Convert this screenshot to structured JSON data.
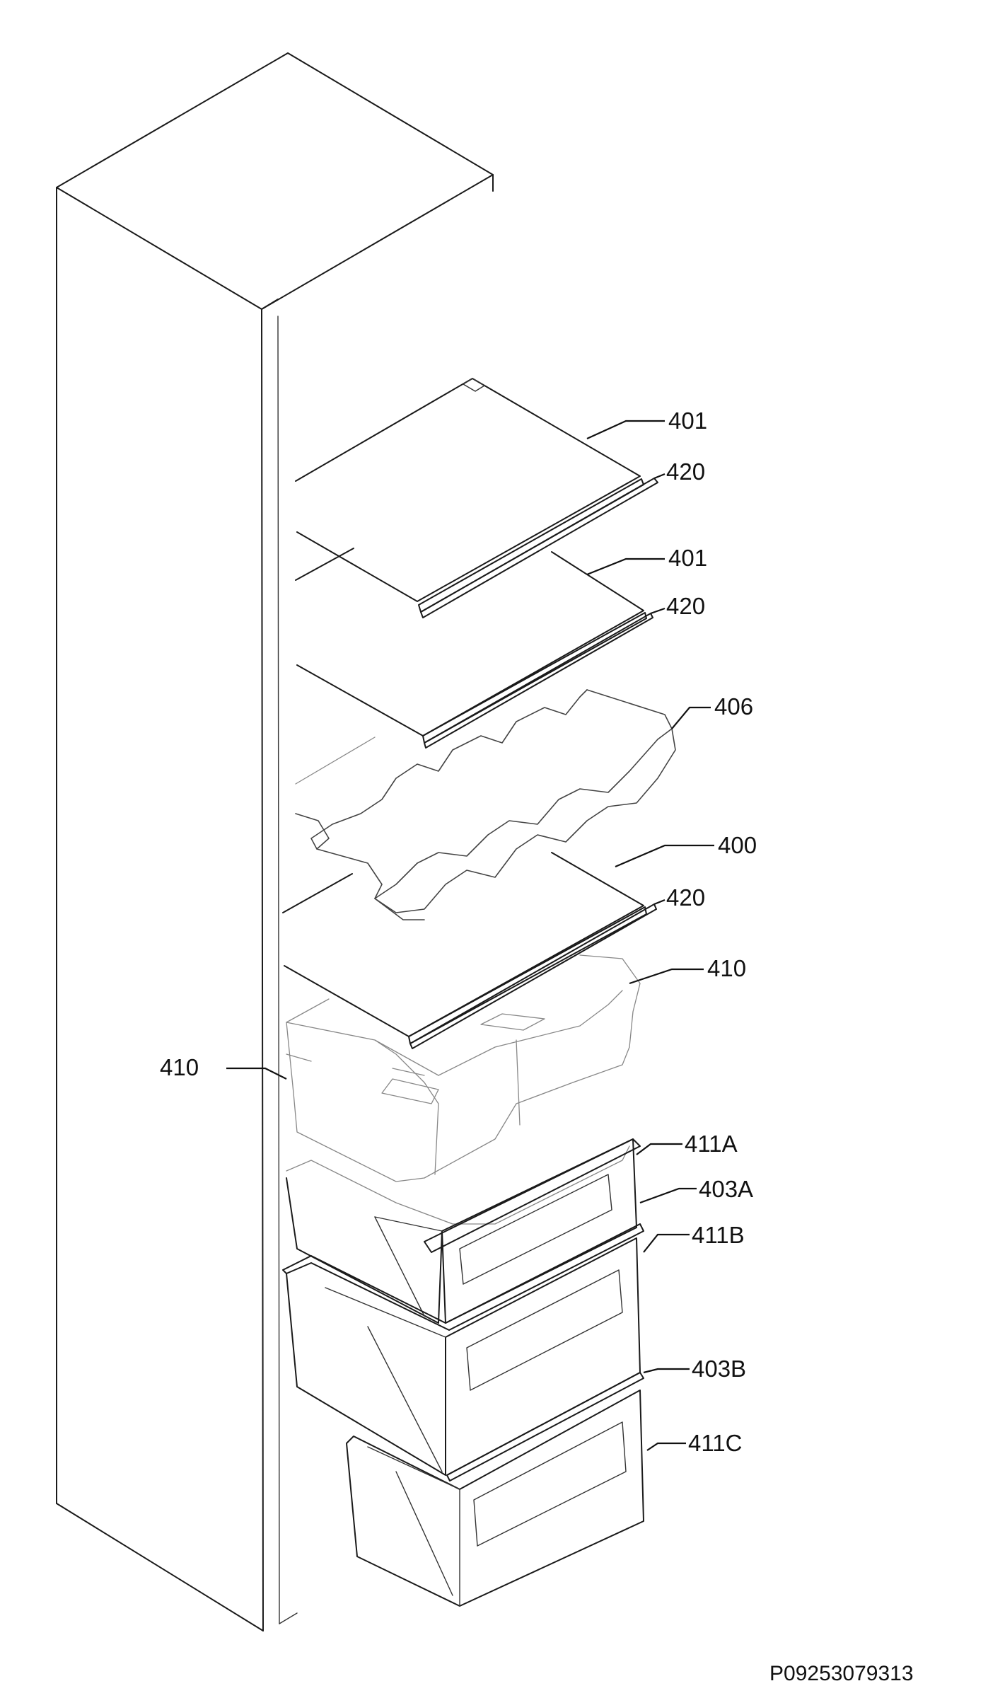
{
  "labels": {
    "shelf_top": "401",
    "strip_top": "420",
    "shelf_mid": "401",
    "strip_mid": "420",
    "bottle_rack": "406",
    "shelf_low": "400",
    "strip_low": "420",
    "bin_right": "410",
    "bin_left": "410",
    "drawer_a": "411A",
    "cover_a": "403A",
    "drawer_b": "411B",
    "cover_b": "403B",
    "drawer_c": "411C"
  },
  "drawing_code": "P09253079313"
}
